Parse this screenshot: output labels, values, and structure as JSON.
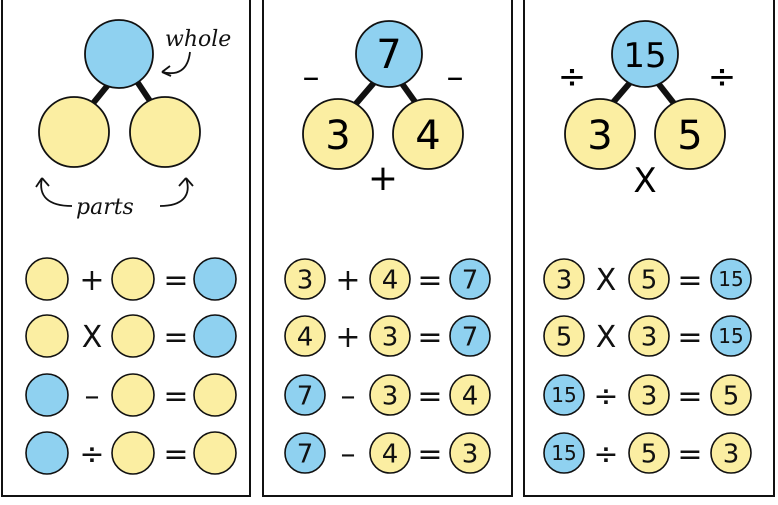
{
  "colors": {
    "part": "#fbeea2",
    "whole": "#8fd1f0",
    "stroke": "#111111"
  },
  "panel1": {
    "annotations": {
      "whole": "whole",
      "parts": "parts"
    },
    "equations": [
      [
        "part",
        "+",
        "part",
        "=",
        "whole"
      ],
      [
        "part",
        "X",
        "part",
        "=",
        "whole"
      ],
      [
        "whole",
        "–",
        "part",
        "=",
        "part"
      ],
      [
        "whole",
        "÷",
        "part",
        "=",
        "part"
      ]
    ]
  },
  "panel2": {
    "bond": {
      "whole": "7",
      "left": "3",
      "right": "4",
      "left_op": "–",
      "right_op": "–",
      "bottom_op": "+"
    },
    "equations": [
      [
        [
          "3",
          "part"
        ],
        "+",
        [
          "4",
          "part"
        ],
        "=",
        [
          "7",
          "whole"
        ]
      ],
      [
        [
          "4",
          "part"
        ],
        "+",
        [
          "3",
          "part"
        ],
        "=",
        [
          "7",
          "whole"
        ]
      ],
      [
        [
          "7",
          "whole"
        ],
        "–",
        [
          "3",
          "part"
        ],
        "=",
        [
          "4",
          "part"
        ]
      ],
      [
        [
          "7",
          "whole"
        ],
        "–",
        [
          "4",
          "part"
        ],
        "=",
        [
          "3",
          "part"
        ]
      ]
    ]
  },
  "panel3": {
    "bond": {
      "whole": "15",
      "left": "3",
      "right": "5",
      "left_op": "÷",
      "right_op": "÷",
      "bottom_op": "X"
    },
    "equations": [
      [
        [
          "3",
          "part"
        ],
        "X",
        [
          "5",
          "part"
        ],
        "=",
        [
          "15",
          "whole"
        ]
      ],
      [
        [
          "5",
          "part"
        ],
        "X",
        [
          "3",
          "part"
        ],
        "=",
        [
          "15",
          "whole"
        ]
      ],
      [
        [
          "15",
          "whole"
        ],
        "÷",
        [
          "3",
          "part"
        ],
        "=",
        [
          "5",
          "part"
        ]
      ],
      [
        [
          "15",
          "whole"
        ],
        "÷",
        [
          "5",
          "part"
        ],
        "=",
        [
          "3",
          "part"
        ]
      ]
    ]
  }
}
